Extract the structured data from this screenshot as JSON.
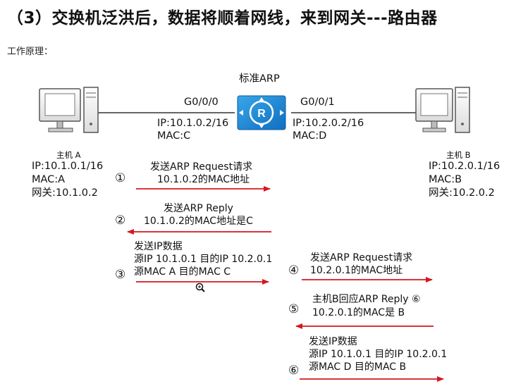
{
  "title": "（3）交换机泛洪后，数据将顺着网线，来到网关---路由器",
  "subtitle": "工作原理：",
  "router": {
    "label": "标准ARP",
    "left_port": "G0/0/0",
    "right_port": "G0/0/1",
    "left_ip": "IP:10.1.0.2/16",
    "left_mac": "MAC:C",
    "right_ip": "IP:10.2.0.2/16",
    "right_mac": "MAC:D"
  },
  "host_a": {
    "name": "主机 A",
    "ip": "IP:10.1.0.1/16",
    "mac": "MAC:A",
    "gateway": "网关:10.1.0.2"
  },
  "host_b": {
    "name": "主机 B",
    "ip": "IP:10.2.0.1/16",
    "mac": "MAC:B",
    "gateway": "网关:10.2.0.2"
  },
  "steps": [
    {
      "num": "①",
      "line1": "发送ARP Request请求",
      "line2": "10.1.0.2的MAC地址"
    },
    {
      "num": "②",
      "line1": "发送ARP Reply",
      "line2": "10.1.0.2的MAC地址是C"
    },
    {
      "num": "③",
      "line1": "发送IP数据",
      "line2": "源IP 10.1.0.1 目的IP 10.2.0.1",
      "line3": "源MAC A 目的MAC C"
    },
    {
      "num": "④",
      "line1": "发送ARP Request请求",
      "line2": "10.2.0.1的MAC地址"
    },
    {
      "num": "⑤",
      "line1": "主机B回应ARP Reply ⑥",
      "line2": "10.2.0.1的MAC是 B"
    },
    {
      "num": "⑥",
      "line1": "发送IP数据",
      "line2": "源IP 10.1.0.1 目的IP 10.2.0.1",
      "line3": "源MAC D 目的MAC B"
    }
  ],
  "colors": {
    "arrow": "#d6171f",
    "router_blue": "#1f8ad6",
    "cable": "#333333"
  },
  "icons": {
    "router": "router-icon",
    "host": "computer-icon",
    "cursor": "zoom-in-cursor-icon"
  }
}
